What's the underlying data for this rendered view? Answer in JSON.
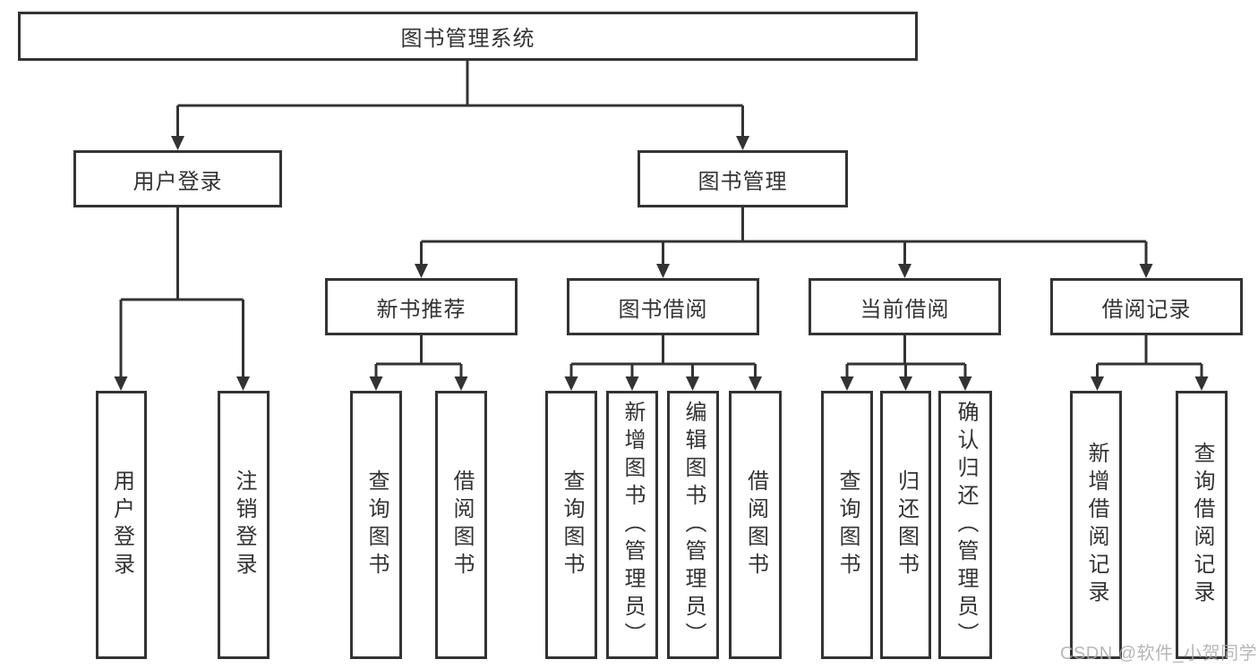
{
  "diagram": {
    "type": "hierarchy-tree",
    "colors": {
      "line": "#333333",
      "text": "#333333",
      "background": "#ffffff",
      "watermark": "#aaaaaa"
    },
    "tree": {
      "label": "图书管理系统",
      "children": [
        {
          "label": "用户登录",
          "children": [
            {
              "label": "用户登录"
            },
            {
              "label": "注销登录"
            }
          ]
        },
        {
          "label": "图书管理",
          "children": [
            {
              "label": "新书推荐",
              "children": [
                {
                  "label": "查询图书"
                },
                {
                  "label": "借阅图书"
                }
              ]
            },
            {
              "label": "图书借阅",
              "children": [
                {
                  "label": "查询图书"
                },
                {
                  "label": "新增图书（管理员）"
                },
                {
                  "label": "编辑图书（管理员）"
                },
                {
                  "label": "借阅图书"
                }
              ]
            },
            {
              "label": "当前借阅",
              "children": [
                {
                  "label": "查询图书"
                },
                {
                  "label": "归还图书"
                },
                {
                  "label": "确认归还（管理员）"
                }
              ]
            },
            {
              "label": "借阅记录",
              "children": [
                {
                  "label": "新增借阅记录"
                },
                {
                  "label": "查询借阅记录"
                }
              ]
            }
          ]
        }
      ]
    },
    "watermark": "CSDN @软件_小贺同学"
  }
}
